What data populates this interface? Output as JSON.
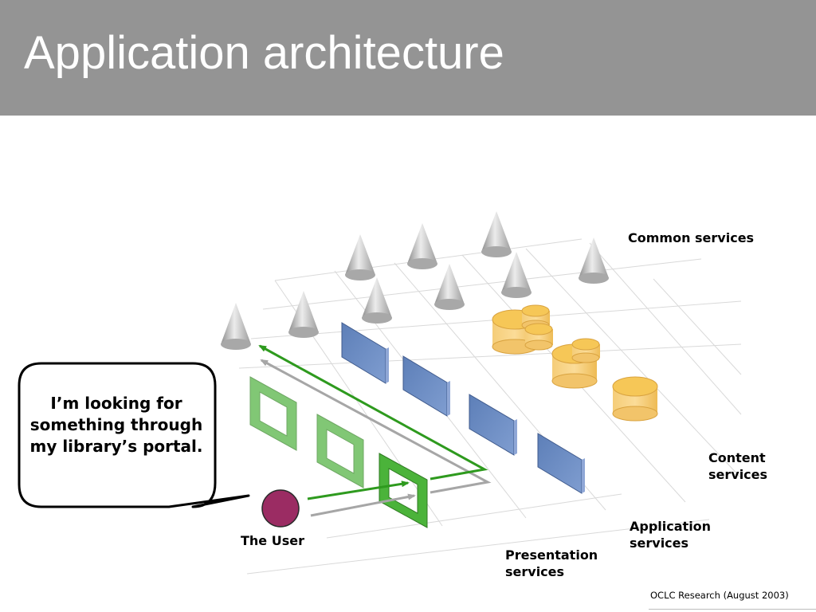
{
  "title": "Application architecture",
  "labels": {
    "common": "Common services",
    "content_line1": "Content",
    "content_line2": "services",
    "application_line1": "Application",
    "application_line2": "services",
    "presentation_line1": "Presentation",
    "presentation_line2": "services",
    "user": "The User"
  },
  "speech_bubble": {
    "text": "I’m looking for something through my library’s portal."
  },
  "footer": "OCLC Research (August 2003)",
  "colors": {
    "header_bg": "#949494",
    "cone": "#bcbcbc",
    "content_db": "#f5c55c",
    "application_panel": "#6f8fc4",
    "presentation_frame": "#58b548",
    "user_circle": "#9b2c63",
    "flow_arrow": "#2e9a1e",
    "shadow_arrow": "#a6a6a6"
  }
}
